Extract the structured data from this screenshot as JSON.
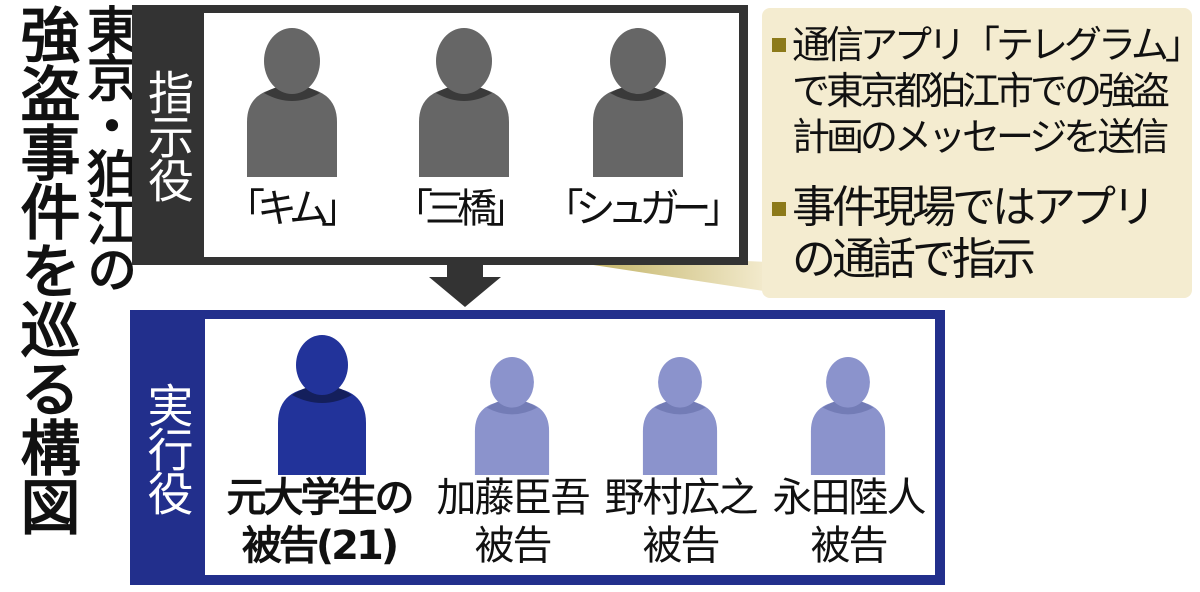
{
  "title": {
    "line1": "東京・狛江の",
    "line2": "強盗事件を巡る構図"
  },
  "directors": {
    "role_label": "指示役",
    "people": [
      {
        "name": "「キム」"
      },
      {
        "name": "「三橋」"
      },
      {
        "name": "「シュガー」"
      }
    ],
    "color": "#666666"
  },
  "callout": {
    "items": [
      {
        "text": "通信アプリ「テレグラム」で東京都狛江市での強盗計画のメッセージを送信"
      },
      {
        "text": "事件現場ではアプリの通話で指示"
      }
    ],
    "background": "#f4ecd0",
    "bullet_color": "#8c7a1a"
  },
  "executors": {
    "role_label": "実行役",
    "people": [
      {
        "line1": "元大学生の",
        "line2": "被告(21)",
        "highlight": true
      },
      {
        "line1": "加藤臣吾",
        "line2": "被告",
        "highlight": false
      },
      {
        "line1": "野村広之",
        "line2": "被告",
        "highlight": false
      },
      {
        "line1": "永田陸人",
        "line2": "被告",
        "highlight": false
      }
    ],
    "accent": "#222f8c",
    "light": "#8b93cc"
  }
}
